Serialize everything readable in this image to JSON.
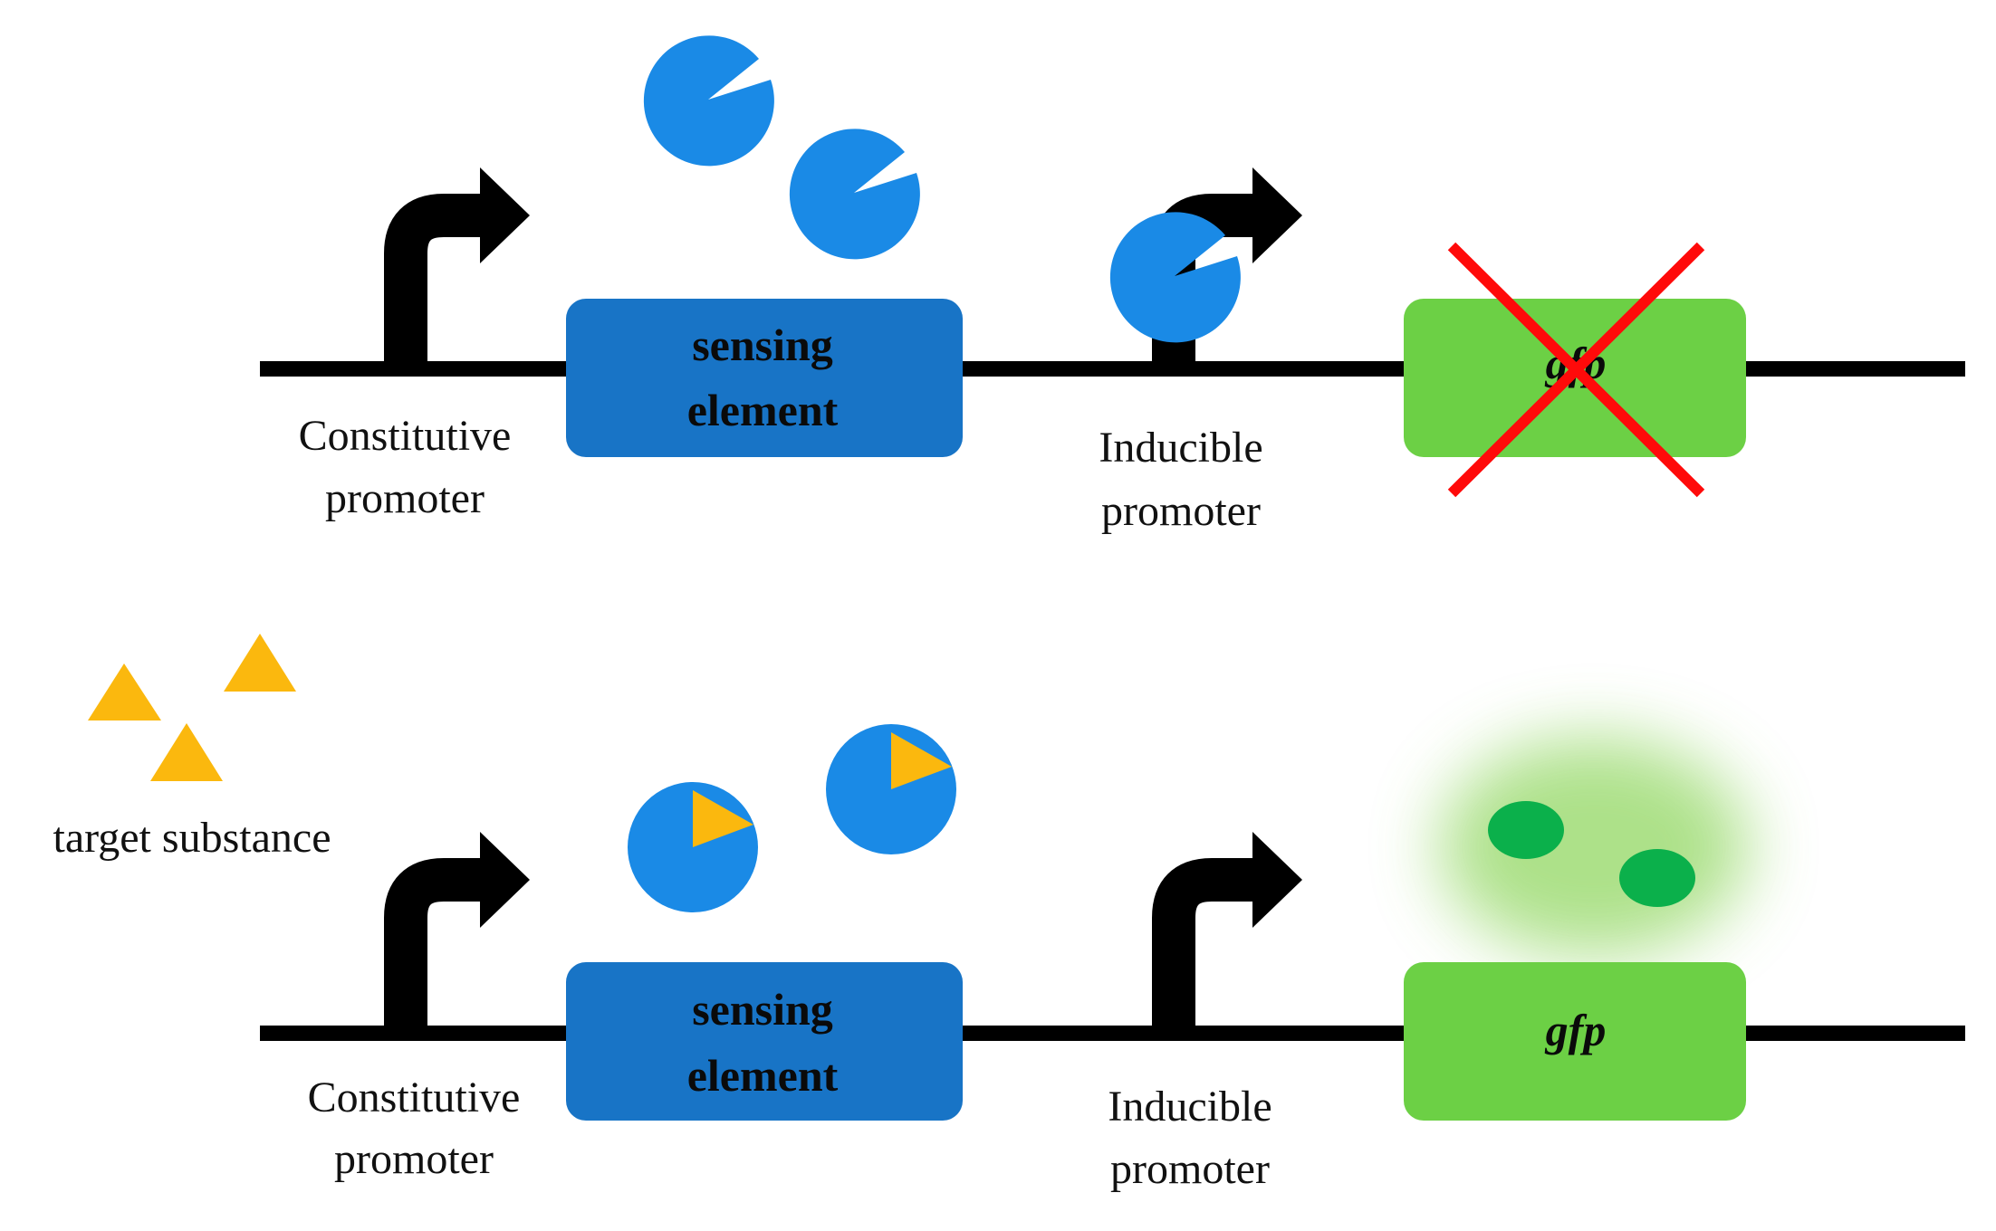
{
  "colors": {
    "dna": "#000000",
    "sensing_box": "#1874c6",
    "protein": "#1a8ae6",
    "gene_box": "#6cd045",
    "cross": "#ff0a0a",
    "target": "#fbb80e",
    "gfp_dot": "#0bb04b",
    "glow": "#9fdc75"
  },
  "icons": {
    "promoter": "bent-arrow-icon",
    "protein": "pacman-circle-icon",
    "target": "triangle-icon",
    "blocked": "red-x-icon"
  },
  "top": {
    "constitutive_line1": "Constitutive",
    "constitutive_line2": "promoter",
    "sensing_line1": "sensing",
    "sensing_line2": "element",
    "inducible_line1": "Inducible",
    "inducible_line2": "promoter",
    "gene": "gfp"
  },
  "bottom": {
    "target_label": "target substance",
    "constitutive_line1": "Constitutive",
    "constitutive_line2": "promoter",
    "sensing_line1": "sensing",
    "sensing_line2": "element",
    "inducible_line1": "Inducible",
    "inducible_line2": "promoter",
    "gene": "gfp"
  }
}
